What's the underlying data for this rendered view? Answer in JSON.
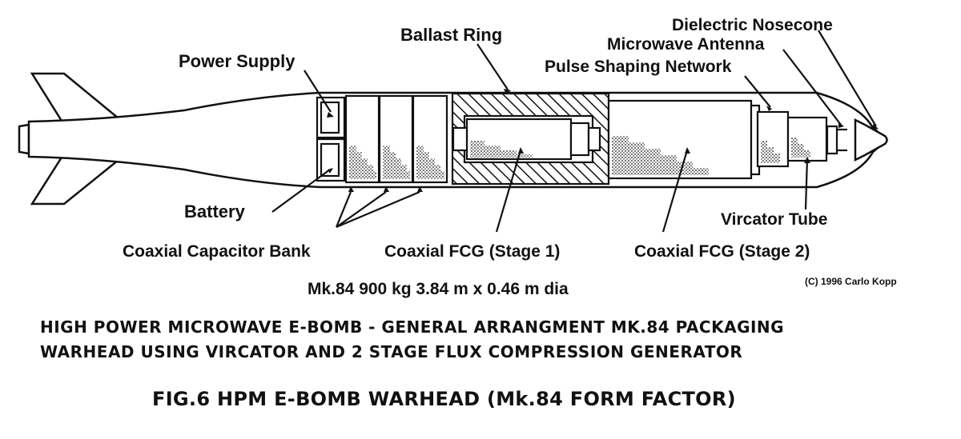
{
  "labels": {
    "dielectric_nosecone": "Dielectric Nosecone",
    "microwave_antenna": "Microwave Antenna",
    "pulse_shaping_network": "Pulse Shaping Network",
    "ballast_ring": "Ballast Ring",
    "power_supply": "Power Supply",
    "battery": "Battery",
    "coaxial_capacitor_bank": "Coaxial Capacitor Bank",
    "coaxial_fcg_stage1": "Coaxial FCG (Stage 1)",
    "coaxial_fcg_stage2": "Coaxial FCG (Stage 2)",
    "vircator_tube": "Vircator Tube"
  },
  "spec": "Mk.84 900 kg 3.84 m x 0.46 m dia",
  "copyright": "(C) 1996 Carlo Kopp",
  "caption": {
    "line1": "HIGH POWER MICROWAVE E-BOMB - GENERAL ARRANGMENT MK.84 PACKAGING",
    "line2": "WARHEAD USING VIRCATOR AND 2 STAGE FLUX COMPRESSION GENERATOR"
  },
  "figure_title": "FIG.6 HPM E-BOMB WARHEAD (Mk.84 FORM FACTOR)"
}
